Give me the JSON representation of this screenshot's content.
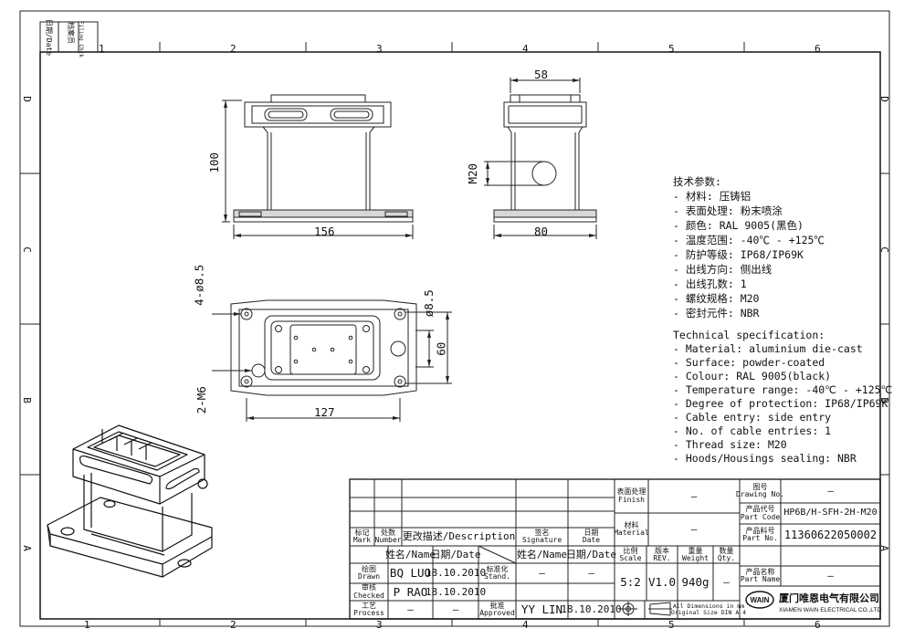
{
  "border": {
    "columns_top": [
      "1",
      "2",
      "3",
      "4",
      "5",
      "6"
    ],
    "columns_bottom": [
      "1",
      "2",
      "3",
      "4",
      "5",
      "6"
    ],
    "rows": [
      "D",
      "C",
      "B",
      "A"
    ],
    "filing_date": "日期/Date",
    "filing_check_cn": "档案员",
    "filing_check_en": "Filing Chck"
  },
  "dims": {
    "front_height": "100",
    "front_width": "156",
    "side_width_top": "58",
    "side_thread": "M20",
    "side_width_bottom": "80",
    "plan_holes": "4-ø8.5",
    "plan_hole_dia": "ø8.5",
    "plan_height": "60",
    "plan_thread": "2-M6",
    "plan_width": "127"
  },
  "spec_cn": {
    "title": "技术参数:",
    "lines": [
      "- 材料: 压铸铝",
      "- 表面处理: 粉末喷涂",
      "- 颜色: RAL 9005(黑色)",
      "- 温度范围: -40℃ - +125℃",
      "- 防护等级: IP68/IP69K",
      "- 出线方向: 侧出线",
      "- 出线孔数: 1",
      "- 螺纹规格: M20",
      "- 密封元件: NBR"
    ]
  },
  "spec_en": {
    "title": "Technical specification:",
    "lines": [
      "- Material: aluminium die-cast",
      "- Surface: powder-coated",
      "- Colour: RAL 9005(black)",
      "- Temperature range: -40℃ - +125℃",
      "- Degree of protection: IP68/IP69K",
      "- Cable entry: side entry",
      "- No. of cable entries: 1",
      "- Thread size: M20",
      "- Hoods/Housings sealing: NBR"
    ]
  },
  "title_block": {
    "mark": "标记\nMark",
    "number": "处数\nNumber",
    "description": "更改描述/Description",
    "signature": "签名\nSignature",
    "date_head": "日期\nDate",
    "name_head": "姓名/Name",
    "date_head2": "日期/Date",
    "standardization": "标准化\nStand.",
    "name_head3": "姓名/Name",
    "date_head3": "日期/Date",
    "drawn": "绘图\nDrawn",
    "drawn_name": "BQ LUO",
    "drawn_date": "18.10.2010",
    "stand_name": "—",
    "stand_date": "—",
    "checked": "审核\nChecked",
    "checked_name": "P RAO",
    "checked_date": "18.10.2010",
    "process": "工艺\nProcess",
    "process_name": "—",
    "process_date": "—",
    "approved": "批准\nApproved",
    "approved_name": "YY LIN",
    "approved_date": "18.10.2010",
    "finish_label": "表面处理\nFinish",
    "finish_value": "—",
    "material_label": "材料\nMaterial",
    "material_value": "—",
    "scale_label": "比例\nScale",
    "rev_label": "版本\nREV.",
    "weight_label": "重量\nWeight",
    "qty_label": "数量\nQty.",
    "scale_value": "5:2",
    "rev_value": "V1.0",
    "weight_value": "940g",
    "qty_value": "—",
    "dimensions_note": "All Dimensions in mm\nOriginal Size DIN A 4",
    "drawing_no_label": "图号\nDrawing No.",
    "drawing_no_value": "—",
    "part_code_label": "产品代号\nPart Code",
    "part_code_value": "HP6B/H-SFH-2H-M20",
    "part_no_label": "产品料号\nPart No.",
    "part_no_value": "11360622050002",
    "part_name_label": "产品名称\nPart Name",
    "part_name_value": "—",
    "logo_text": "WAIN",
    "company_cn": "厦门唯恩电气有限公司",
    "company_en": "XIAMEN WAIN ELECTRICAL CO.,LTD"
  }
}
